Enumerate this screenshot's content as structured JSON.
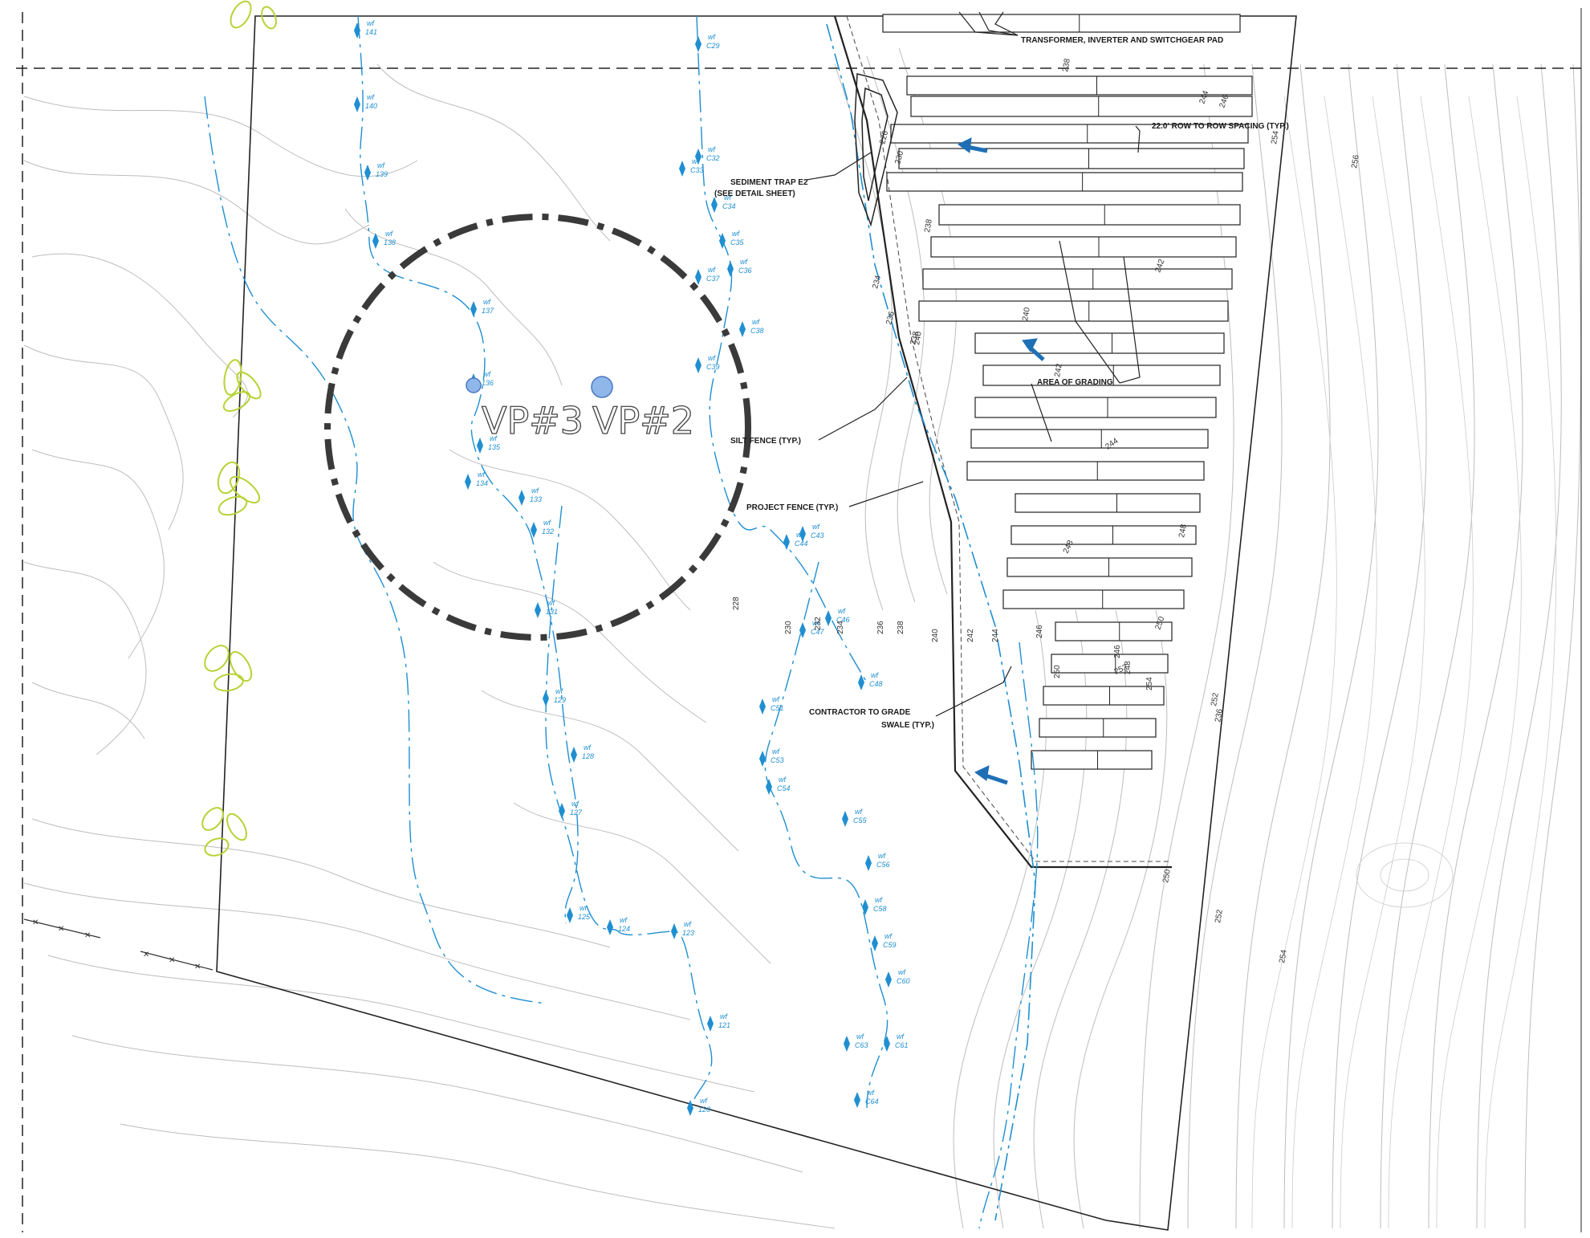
{
  "colors": {
    "wetland": "#1f8fd1",
    "boundary": "#222222",
    "contour": "#b8b8b8",
    "viewshed_circle": "#3a3a3a",
    "vegetation": "#b6d336",
    "flow_arrow": "#1f6fb5"
  },
  "viewpoints": [
    {
      "label": "VP#3"
    },
    {
      "label": "VP#2"
    }
  ],
  "notes": {
    "transformer": "TRANSFORMER, INVERTER AND SWITCHGEAR PAD",
    "row_spacing": "22.0' ROW TO ROW SPACING (TYP.)",
    "sediment_trap": "SEDIMENT TRAP E2",
    "sediment_trap_ref": "(SEE DETAIL SHEET)",
    "area_of_grading": "AREA OF GRADING",
    "silt_fence": "SILT FENCE (TYP.)",
    "project_fence": "PROJECT FENCE (TYP.)",
    "contractor_grade": "CONTRACTOR TO GRADE",
    "swale": "SWALE (TYP.)"
  },
  "wetland_flags": [
    {
      "prefix": "wf",
      "id": "141"
    },
    {
      "prefix": "wf",
      "id": "140"
    },
    {
      "prefix": "wf",
      "id": "139"
    },
    {
      "prefix": "wf",
      "id": "138"
    },
    {
      "prefix": "wf",
      "id": "137"
    },
    {
      "prefix": "wf",
      "id": "136"
    },
    {
      "prefix": "wf",
      "id": "135"
    },
    {
      "prefix": "wf",
      "id": "134"
    },
    {
      "prefix": "wf",
      "id": "133"
    },
    {
      "prefix": "wf",
      "id": "132"
    },
    {
      "prefix": "wf",
      "id": "131"
    },
    {
      "prefix": "wf",
      "id": "129"
    },
    {
      "prefix": "wf",
      "id": "128"
    },
    {
      "prefix": "wf",
      "id": "127"
    },
    {
      "prefix": "wf",
      "id": "125"
    },
    {
      "prefix": "wf",
      "id": "124"
    },
    {
      "prefix": "wf",
      "id": "123"
    },
    {
      "prefix": "wf",
      "id": "121"
    },
    {
      "prefix": "wf",
      "id": "120"
    },
    {
      "prefix": "wf",
      "id": "C29"
    },
    {
      "prefix": "wf",
      "id": "C32"
    },
    {
      "prefix": "wf",
      "id": "C33"
    },
    {
      "prefix": "wf",
      "id": "C34"
    },
    {
      "prefix": "wf",
      "id": "C35"
    },
    {
      "prefix": "wf",
      "id": "C36"
    },
    {
      "prefix": "wf",
      "id": "C37"
    },
    {
      "prefix": "wf",
      "id": "C38"
    },
    {
      "prefix": "wf",
      "id": "C39"
    },
    {
      "prefix": "wf",
      "id": "C43"
    },
    {
      "prefix": "wf",
      "id": "C44"
    },
    {
      "prefix": "wf",
      "id": "C46"
    },
    {
      "prefix": "wf",
      "id": "C47"
    },
    {
      "prefix": "wf",
      "id": "C48"
    },
    {
      "prefix": "wf",
      "id": "C51"
    },
    {
      "prefix": "wf",
      "id": "C53"
    },
    {
      "prefix": "wf",
      "id": "C54"
    },
    {
      "prefix": "wf",
      "id": "C55"
    },
    {
      "prefix": "wf",
      "id": "C56"
    },
    {
      "prefix": "wf",
      "id": "C58"
    },
    {
      "prefix": "wf",
      "id": "C59"
    },
    {
      "prefix": "wf",
      "id": "C60"
    },
    {
      "prefix": "wf",
      "id": "C61"
    },
    {
      "prefix": "wf",
      "id": "C63"
    },
    {
      "prefix": "wf",
      "id": "C64"
    }
  ],
  "elevation_labels": [
    "226",
    "230",
    "234",
    "236",
    "238",
    "238",
    "240",
    "242",
    "244",
    "246",
    "248",
    "250",
    "252",
    "254",
    "256",
    "228",
    "230",
    "232",
    "234",
    "236",
    "238",
    "240",
    "242",
    "244",
    "246",
    "248",
    "250",
    "252",
    "254",
    "236",
    "238",
    "240",
    "242",
    "244",
    "246",
    "248",
    "250",
    "252",
    "254"
  ]
}
